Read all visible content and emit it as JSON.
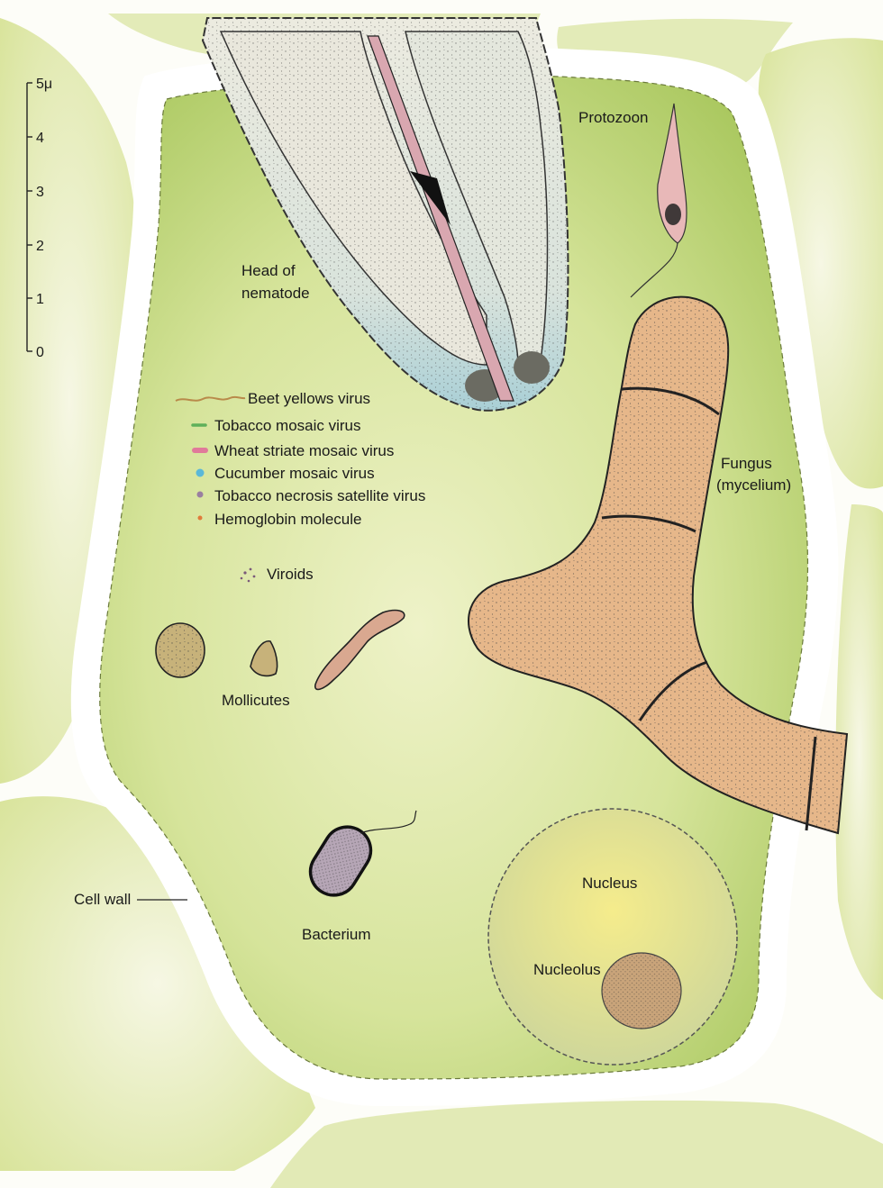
{
  "scale": {
    "ticks": [
      "5μ",
      "4",
      "3",
      "2",
      "1",
      "0"
    ]
  },
  "labels": {
    "protozoon": "Protozoon",
    "nematode_line1": "Head of",
    "nematode_line2": "nematode",
    "fungus_line1": "Fungus",
    "fungus_line2": "(mycelium)",
    "viroids": "Viroids",
    "mollicutes": "Mollicutes",
    "bacterium": "Bacterium",
    "cell_wall": "Cell wall",
    "nucleus": "Nucleus",
    "nucleolus": "Nucleolus"
  },
  "legend": [
    {
      "label": "Beet yellows virus",
      "color": "#b98a4a",
      "icon": "beet-yellows-squiggle"
    },
    {
      "label": "Tobacco mosaic virus",
      "color": "#5fb05a",
      "icon": "tobacco-mosaic-rod"
    },
    {
      "label": "Wheat striate mosaic virus",
      "color": "#e07a9a",
      "icon": "wheat-striate-bacilliform"
    },
    {
      "label": "Cucumber mosaic virus",
      "color": "#5bb8d8",
      "icon": "cucumber-mosaic-dot"
    },
    {
      "label": "Tobacco necrosis satellite virus",
      "color": "#9a7fa0",
      "icon": "satellite-virus-dot"
    },
    {
      "label": "Hemoglobin molecule",
      "color": "#e07a3a",
      "icon": "hemoglobin-dot"
    }
  ],
  "colors": {
    "cytoplasm_center": "#d8e6a4",
    "cytoplasm_edge": "#a9c95f",
    "cell_wall": "#ffffff",
    "neighbor_cell": "#e8efc2",
    "fungus": "#e7b886",
    "nematode": "#c9dcdc",
    "nucleus": "#efe7a2",
    "nucleolus": "#c9a47a"
  }
}
